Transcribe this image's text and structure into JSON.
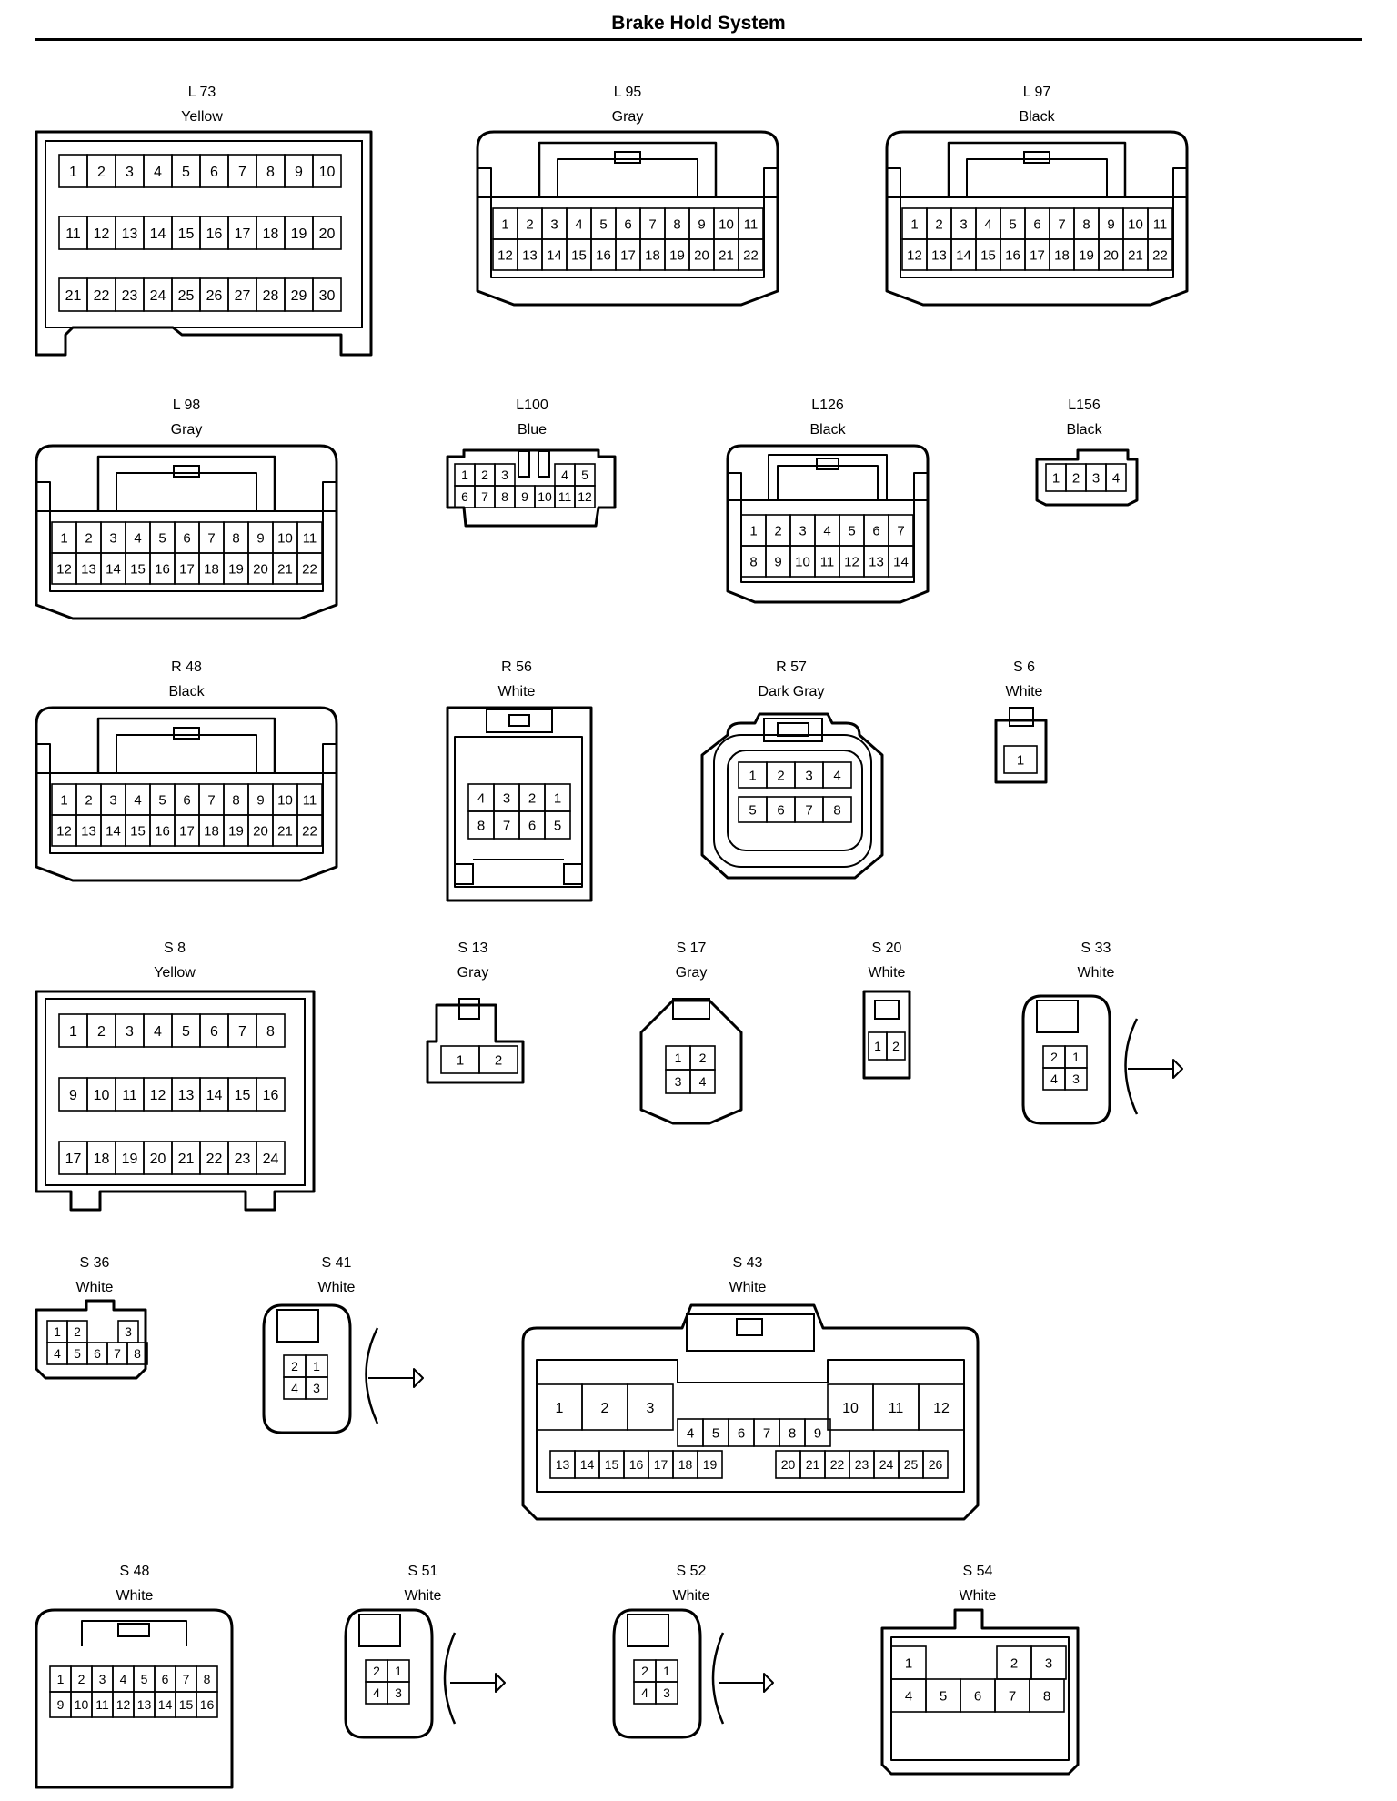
{
  "title": "Brake Hold System",
  "connectors": [
    {
      "id": "L 73",
      "color": "Yellow"
    },
    {
      "id": "L 95",
      "color": "Gray"
    },
    {
      "id": "L 97",
      "color": "Black"
    },
    {
      "id": "L 98",
      "color": "Gray"
    },
    {
      "id": "L100",
      "color": "Blue"
    },
    {
      "id": "L126",
      "color": "Black"
    },
    {
      "id": "L156",
      "color": "Black"
    },
    {
      "id": "R 48",
      "color": "Black"
    },
    {
      "id": "R 56",
      "color": "White"
    },
    {
      "id": "R 57",
      "color": "Dark Gray"
    },
    {
      "id": "S 6",
      "color": "White"
    },
    {
      "id": "S 8",
      "color": "Yellow"
    },
    {
      "id": "S 13",
      "color": "Gray"
    },
    {
      "id": "S 17",
      "color": "Gray"
    },
    {
      "id": "S 20",
      "color": "White"
    },
    {
      "id": "S 33",
      "color": "White"
    },
    {
      "id": "S 36",
      "color": "White"
    },
    {
      "id": "S 41",
      "color": "White"
    },
    {
      "id": "S 43",
      "color": "White"
    },
    {
      "id": "S 48",
      "color": "White"
    },
    {
      "id": "S 51",
      "color": "White"
    },
    {
      "id": "S 52",
      "color": "White"
    },
    {
      "id": "S 54",
      "color": "White"
    }
  ]
}
